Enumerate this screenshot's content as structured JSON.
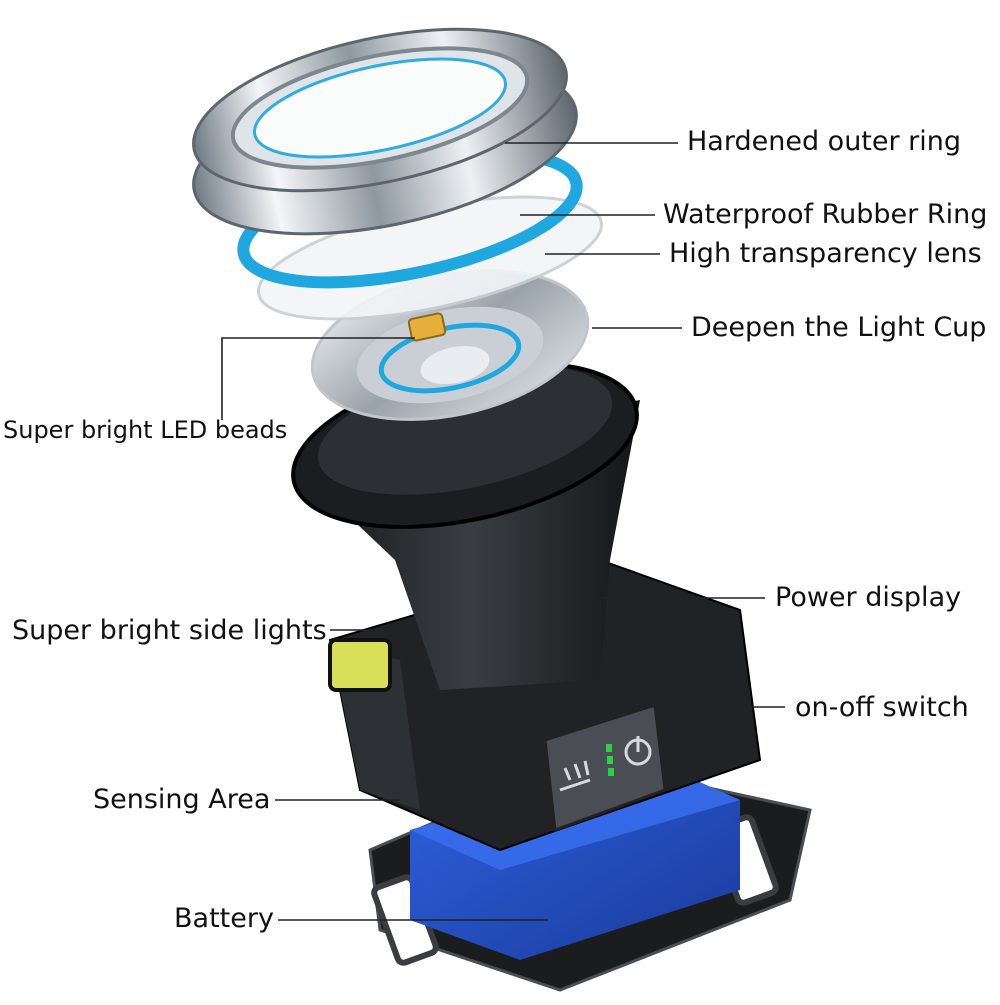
{
  "labels": {
    "outer_ring": "Hardened outer ring",
    "rubber_ring": "Waterproof Rubber Ring",
    "lens": "High transparency lens",
    "light_cup": "Deepen the Light Cup",
    "led_beads": "Super bright LED beads",
    "side_lights": "Super bright side lights",
    "power_display": "Power display",
    "switch": "on-off switch",
    "sensing": "Sensing Area",
    "battery": "Battery"
  },
  "colors": {
    "metal_light": "#e9edf1",
    "metal_dark": "#6f7a84",
    "rubber_blue": "#1fa7e0",
    "body_black": "#1d1f22",
    "body_dark": "#2c2f33",
    "battery_blue": "#1f4fc4",
    "led_yellow": "#e6b13a",
    "indicator_green": "#2bd14a",
    "leader_line": "#222222"
  }
}
